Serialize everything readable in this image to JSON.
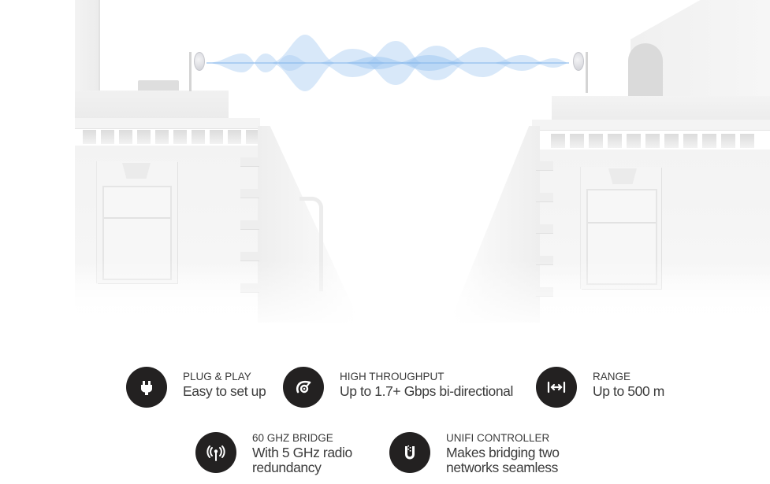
{
  "hero": {
    "description": "Two white buildings with 60 GHz bridge antennas on their rooftops linked by a light blue wireless signal wave",
    "wave_color": "#a9cdf2",
    "wave_line_color": "#7fb3ea"
  },
  "features": [
    {
      "icon": "plug-icon",
      "title": "PLUG & PLAY",
      "description": "Easy to set up"
    },
    {
      "icon": "speedometer-icon",
      "title": "HIGH THROUGHPUT",
      "description": "Up to 1.7+ Gbps bi-directional"
    },
    {
      "icon": "range-arrows-icon",
      "title": "RANGE",
      "description": "Up to 500 m"
    },
    {
      "icon": "wireless-antenna-icon",
      "title": "60 GHz BRIDGE",
      "description_line1": "With 5 GHz radio",
      "description_line2": "redundancy"
    },
    {
      "icon": "unifi-logo-icon",
      "title": "UNIFI CONTROLLER",
      "description_line1": "Makes bridging two",
      "description_line2": "networks seamless"
    }
  ],
  "colors": {
    "icon_background": "#232121",
    "icon_foreground": "#ffffff",
    "text": "#3c3c3c",
    "background": "#ffffff"
  }
}
